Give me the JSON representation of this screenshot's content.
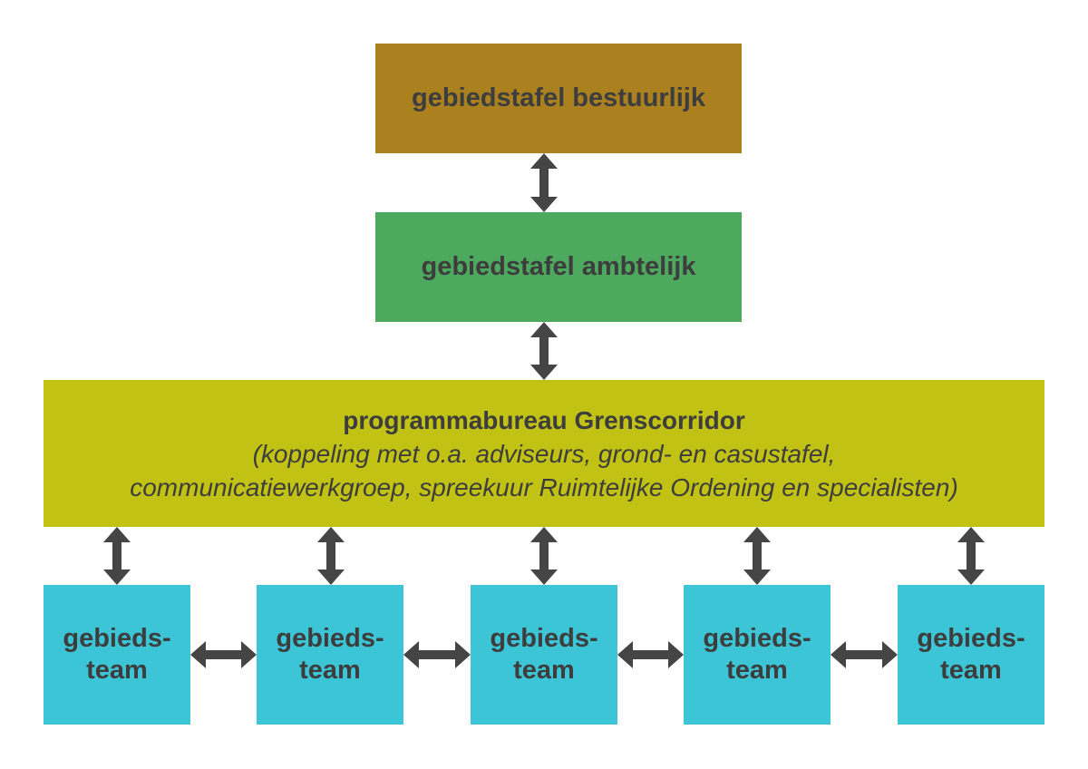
{
  "boxes": {
    "bestuurlijk": {
      "label": "gebiedstafel bestuurlijk",
      "color": "#ab8120"
    },
    "ambtelijk": {
      "label": "gebiedstafel ambtelijk",
      "color": "#4ca95e"
    },
    "programmabureau": {
      "title": "programmabureau Grenscorridor",
      "subtitle_line1": "(koppeling met o.a. adviseurs, grond- en casustafel,",
      "subtitle_line2": "communicatiewerkgroep, spreekuur Ruimtelijke Ordening en specialisten)",
      "color": "#c1c214"
    }
  },
  "teams": [
    {
      "line1": "gebieds-",
      "line2": "team"
    },
    {
      "line1": "gebieds-",
      "line2": "team"
    },
    {
      "line1": "gebieds-",
      "line2": "team"
    },
    {
      "line1": "gebieds-",
      "line2": "team"
    },
    {
      "line1": "gebieds-",
      "line2": "team"
    }
  ],
  "colors": {
    "team": "#3bc5d6",
    "arrow": "#454545",
    "text": "#3d3d3d"
  }
}
